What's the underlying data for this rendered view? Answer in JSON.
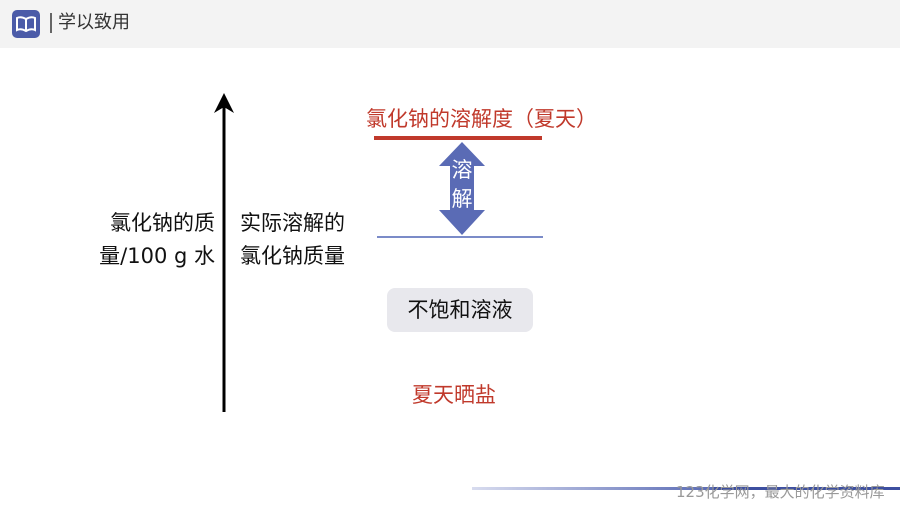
{
  "header": {
    "title": "学以致用",
    "logo_icon": "book-icon"
  },
  "diagram": {
    "y_axis_label_line1": "氯化钠的质",
    "y_axis_label_line2": "量/100 g 水",
    "actual_label_line1": "实际溶解的",
    "actual_label_line2": "氯化钠质量",
    "top_label": "氯化钠的溶解度（夏天）",
    "arrow_label_line1": "溶",
    "arrow_label_line2": "解",
    "unsaturated_label": "不饱和溶液",
    "bottom_label": "夏天晒盐"
  },
  "footer": {
    "watermark": "123化学网，最大的化学资料库"
  },
  "colors": {
    "accent_red": "#c0392b",
    "accent_blue": "#4b5ba8"
  }
}
